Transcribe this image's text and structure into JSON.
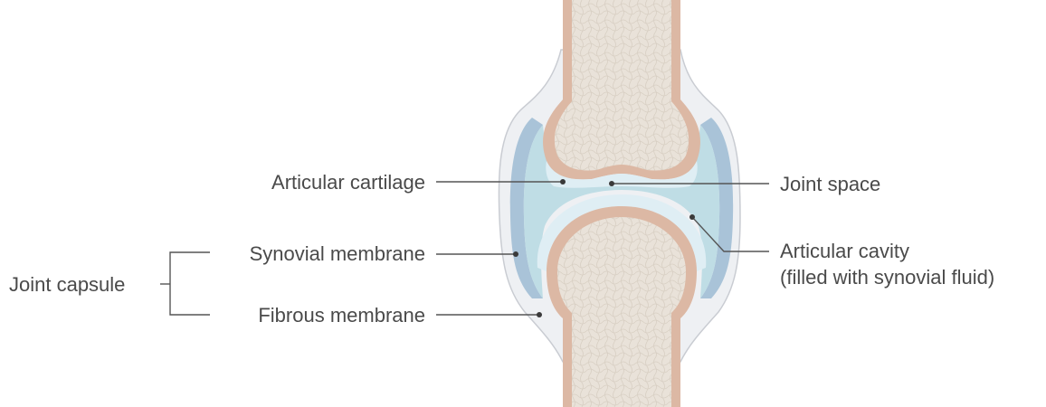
{
  "labels": {
    "articular_cartilage": "Articular cartilage",
    "joint_space": "Joint space",
    "synovial_membrane": "Synovial membrane",
    "articular_cavity_line1": "Articular cavity",
    "articular_cavity_line2": "(filled with synovial fluid)",
    "joint_capsule": "Joint capsule",
    "fibrous_membrane": "Fibrous membrane"
  },
  "colors": {
    "bone_outer": "#dcb8a4",
    "bone_inner": "#e9e2d9",
    "cartilage": "#dfeef4",
    "synovial_fluid": "#bfdde5",
    "synovial_membrane": "#a9c3d8",
    "fibrous_capsule": "#eef0f3",
    "capsule_outline": "#c9ccd2"
  }
}
